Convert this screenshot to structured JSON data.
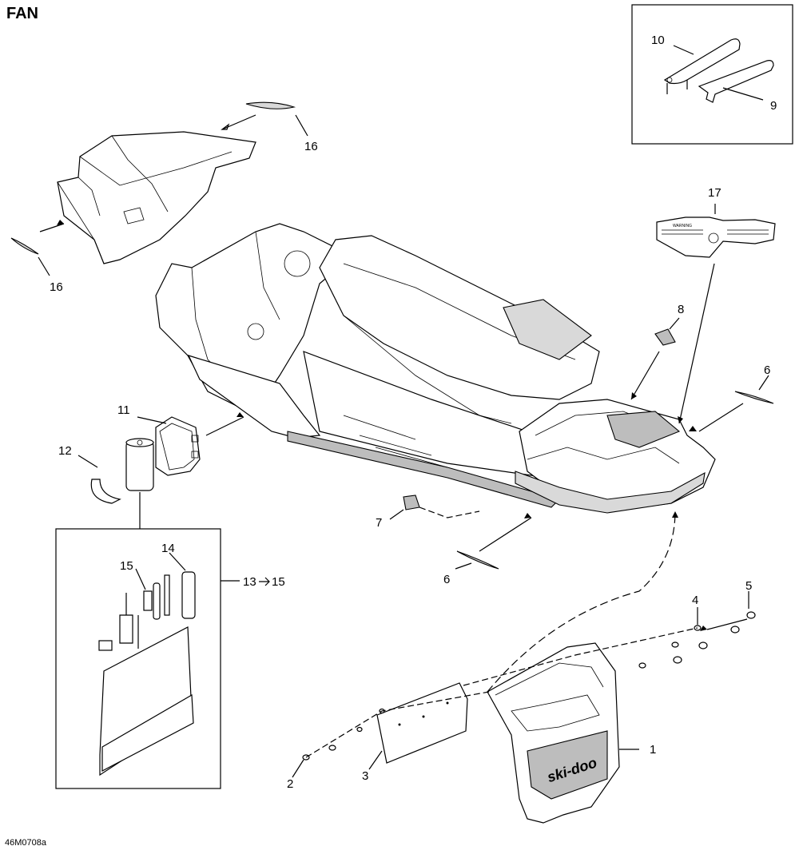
{
  "title": "FAN",
  "drawing_code": "46M0708a",
  "callouts": {
    "c1": "1",
    "c2": "2",
    "c3": "3",
    "c4": "4",
    "c5": "5",
    "c6a": "6",
    "c6b": "6",
    "c7": "7",
    "c8": "8",
    "c9": "9",
    "c10": "10",
    "c11": "11",
    "c12": "12",
    "c13": "13",
    "c13_to": "15",
    "c14": "14",
    "c15": "15",
    "c16a": "16",
    "c16b": "16",
    "c17": "17"
  },
  "brand_decal": "ski-doo",
  "warning_label": "WARNING"
}
